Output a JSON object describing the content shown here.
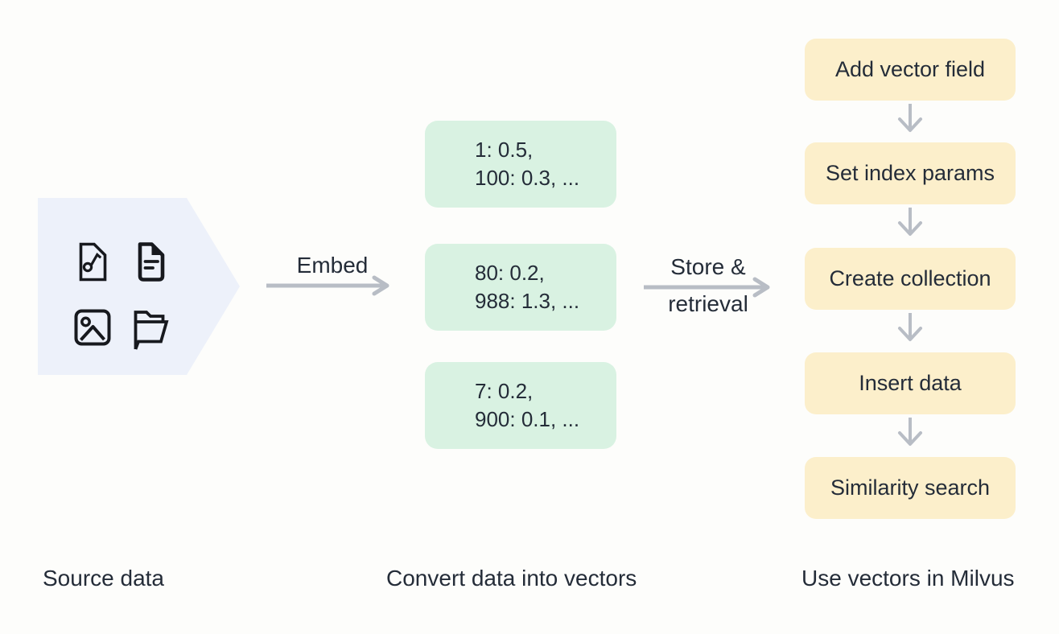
{
  "palette": {
    "background": "#fdfdfb",
    "pentagon_fill": "#edf1fa",
    "vector_box_fill": "#d9f2e2",
    "step_box_fill": "#fcefcb",
    "arrow_color": "#b8bdc5",
    "text_color": "#242c38",
    "icon_color": "#17191e"
  },
  "source": {
    "caption": "Source data",
    "icons": [
      {
        "name": "audio-file-icon"
      },
      {
        "name": "text-document-icon"
      },
      {
        "name": "image-icon"
      },
      {
        "name": "folder-icon"
      }
    ]
  },
  "connectors": {
    "embed": {
      "label": "Embed"
    },
    "store": {
      "line1": "Store &",
      "line2": "retrieval"
    }
  },
  "vectors": {
    "caption": "Convert data into vectors",
    "boxes": [
      {
        "line1": "1: 0.5,",
        "line2": "100: 0.3, ..."
      },
      {
        "line1": "80: 0.2,",
        "line2": "988: 1.3, ..."
      },
      {
        "line1": "7: 0.2,",
        "line2": "900: 0.1, ..."
      }
    ]
  },
  "milvus": {
    "caption": "Use vectors in Milvus",
    "steps": [
      "Add vector field",
      "Set index params",
      "Create collection",
      "Insert data",
      "Similarity search"
    ]
  }
}
